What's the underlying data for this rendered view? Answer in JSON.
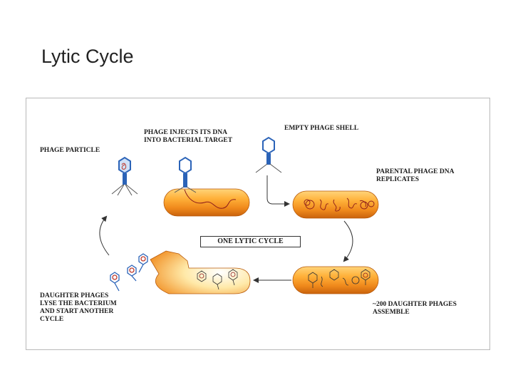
{
  "slide": {
    "title": "Lytic Cycle"
  },
  "diagram": {
    "labels": {
      "phage_particle": "PHAGE PARTICLE",
      "phage_injects": "PHAGE INJECTS ITS DNA\nINTO BACTERIAL TARGET",
      "empty_shell": "EMPTY PHAGE SHELL",
      "parental_replicates": "PARENTAL PHAGE DNA\nREPLICATES",
      "one_lytic_cycle": "ONE LYTIC CYCLE",
      "daughter_lyse": "DAUGHTER PHAGES\nLYSE THE BACTERIUM\nAND START ANOTHER\nCYCLE",
      "daughter_assemble": "~200 DAUGHTER PHAGES\nASSEMBLE"
    },
    "colors": {
      "bacterium": "#f08a1c",
      "bacterium_highlight": "#ffd47a",
      "phage": "#2b63b8",
      "dna": "#c0392b"
    }
  }
}
